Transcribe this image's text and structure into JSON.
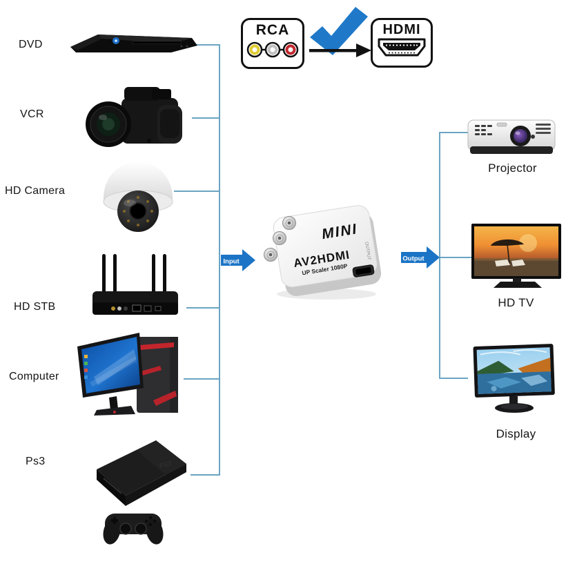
{
  "legend": {
    "rca_label": "RCA",
    "hdmi_label": "HDMI"
  },
  "converter": {
    "brand": "MINI",
    "model": "AV2HDMI",
    "subtitle": "UP Scaler 1080P",
    "output_port_label": "OUTPUT"
  },
  "flow": {
    "input_label": "Input",
    "output_label": "Output"
  },
  "sources": [
    {
      "label": "DVD"
    },
    {
      "label": "VCR"
    },
    {
      "label": "HD Camera"
    },
    {
      "label": "HD STB"
    },
    {
      "label": "Computer"
    },
    {
      "label": "Ps3"
    }
  ],
  "sinks": [
    {
      "label": "Projector"
    },
    {
      "label": "HD TV"
    },
    {
      "label": "Display"
    }
  ],
  "devices": {
    "ps3_logo": "PS3"
  },
  "colors": {
    "wire": "#6aa4c2",
    "flow_arrow_blue": "#1b74c5",
    "check_blue": "#1f79c8",
    "rca_yellow": "#dfcb2e",
    "rca_white": "#c0c0c0",
    "rca_red": "#c1272d"
  }
}
